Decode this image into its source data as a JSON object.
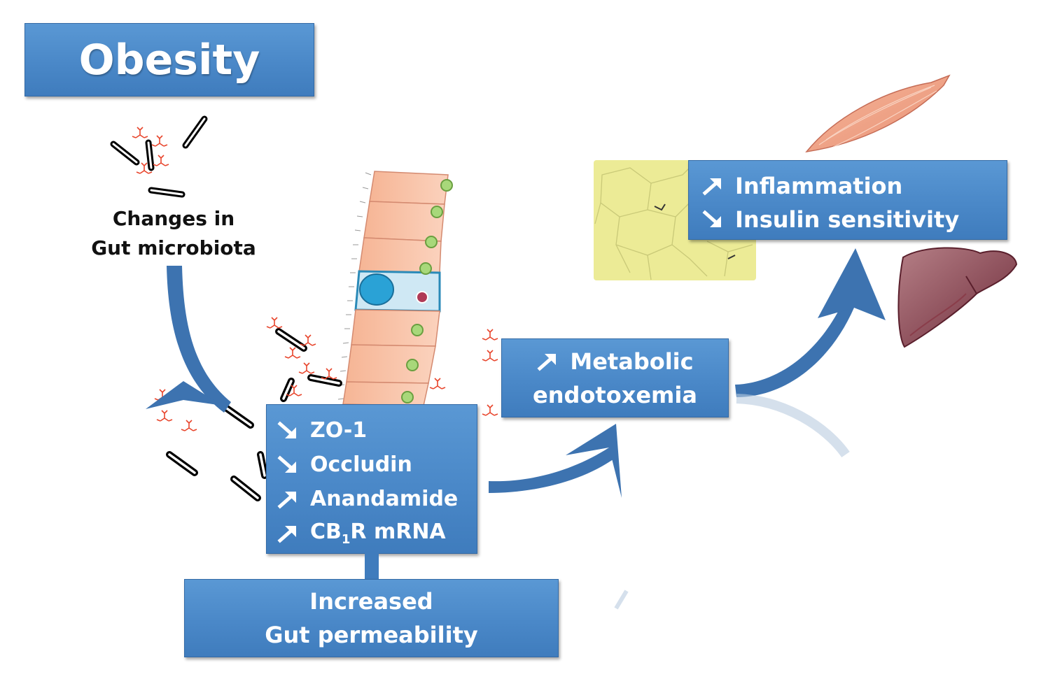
{
  "obesity": {
    "title": "Obesity"
  },
  "microbiota": {
    "line1": "Changes in",
    "line2": "Gut microbiota"
  },
  "barrier": {
    "items": [
      {
        "direction": "down",
        "text": "ZO-1"
      },
      {
        "direction": "down",
        "text": "Occludin"
      },
      {
        "direction": "up",
        "text": "Anandamide"
      },
      {
        "direction": "up",
        "text_prefix": "CB",
        "subscript": "1",
        "text_suffix": "R mRNA"
      }
    ]
  },
  "permeability": {
    "line1": "Increased",
    "line2": "Gut permeability"
  },
  "endotoxemia": {
    "direction": "up",
    "line1": "Metabolic",
    "line2": "endotoxemia"
  },
  "effects": {
    "items": [
      {
        "direction": "up",
        "text": "Inflammation"
      },
      {
        "direction": "down",
        "text": "Insulin sensitivity"
      }
    ]
  },
  "colors": {
    "box_blue": "#4a88c8",
    "arrow_blue": "#3d73b0",
    "background": "#ffffff"
  },
  "icons": [
    "bacteria-icon",
    "lps-icon",
    "intestinal-epithelium-icon",
    "adipose-tissue-icon",
    "muscle-icon",
    "liver-icon",
    "arrow-up-icon",
    "arrow-down-icon"
  ]
}
